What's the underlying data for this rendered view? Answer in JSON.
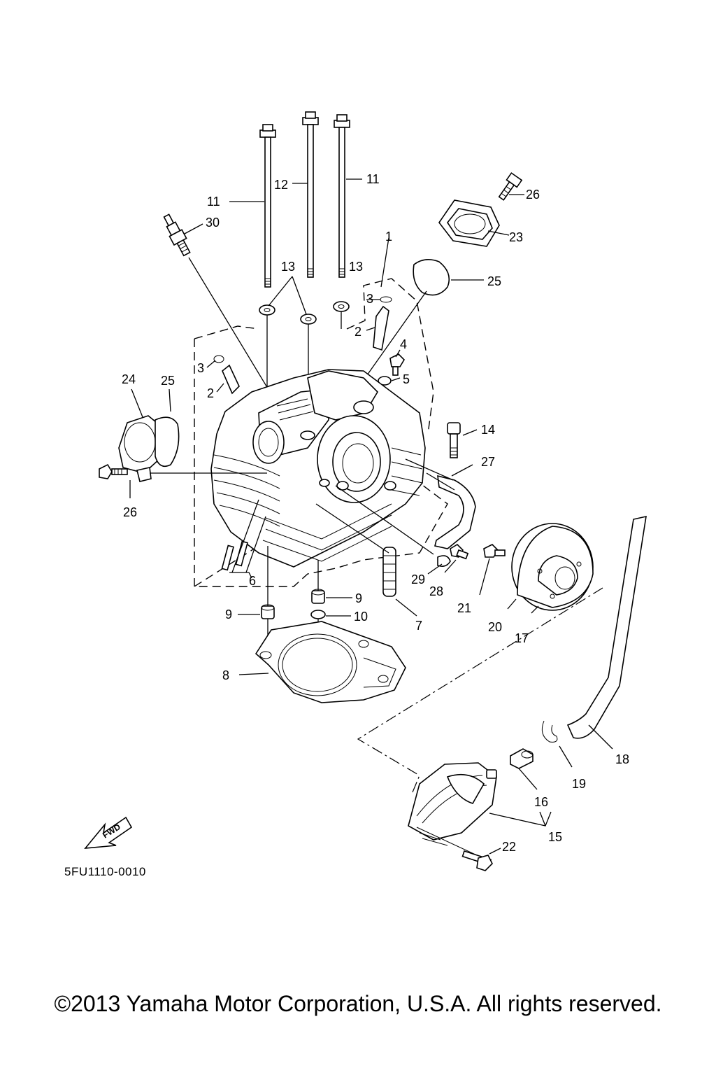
{
  "diagram": {
    "code": "5FU1110-0010",
    "copyright": "©2013 Yamaha Motor Corporation, U.S.A. All rights reserved.",
    "fwd_label": "FWD",
    "callouts": [
      {
        "id": "c11a",
        "text": "11"
      },
      {
        "id": "c12",
        "text": "12"
      },
      {
        "id": "c11b",
        "text": "11"
      },
      {
        "id": "c26a",
        "text": "26"
      },
      {
        "id": "c30",
        "text": "30"
      },
      {
        "id": "c23",
        "text": "23"
      },
      {
        "id": "c1",
        "text": "1"
      },
      {
        "id": "c13a",
        "text": "13"
      },
      {
        "id": "c13b",
        "text": "13"
      },
      {
        "id": "c25a",
        "text": "25"
      },
      {
        "id": "c3a",
        "text": "3"
      },
      {
        "id": "c2a",
        "text": "2"
      },
      {
        "id": "c4",
        "text": "4"
      },
      {
        "id": "c3b",
        "text": "3"
      },
      {
        "id": "c5",
        "text": "5"
      },
      {
        "id": "c2b",
        "text": "2"
      },
      {
        "id": "c24",
        "text": "24"
      },
      {
        "id": "c25b",
        "text": "25"
      },
      {
        "id": "c14",
        "text": "14"
      },
      {
        "id": "c27",
        "text": "27"
      },
      {
        "id": "c26b",
        "text": "26"
      },
      {
        "id": "c29",
        "text": "29"
      },
      {
        "id": "c28",
        "text": "28"
      },
      {
        "id": "c21",
        "text": "21"
      },
      {
        "id": "c6",
        "text": "6"
      },
      {
        "id": "c9a",
        "text": "9"
      },
      {
        "id": "c9b",
        "text": "9"
      },
      {
        "id": "c10",
        "text": "10"
      },
      {
        "id": "c7",
        "text": "7"
      },
      {
        "id": "c20",
        "text": "20"
      },
      {
        "id": "c17",
        "text": "17"
      },
      {
        "id": "c8",
        "text": "8"
      },
      {
        "id": "c18",
        "text": "18"
      },
      {
        "id": "c19",
        "text": "19"
      },
      {
        "id": "c16",
        "text": "16"
      },
      {
        "id": "c15",
        "text": "15"
      },
      {
        "id": "c22",
        "text": "22"
      }
    ]
  }
}
